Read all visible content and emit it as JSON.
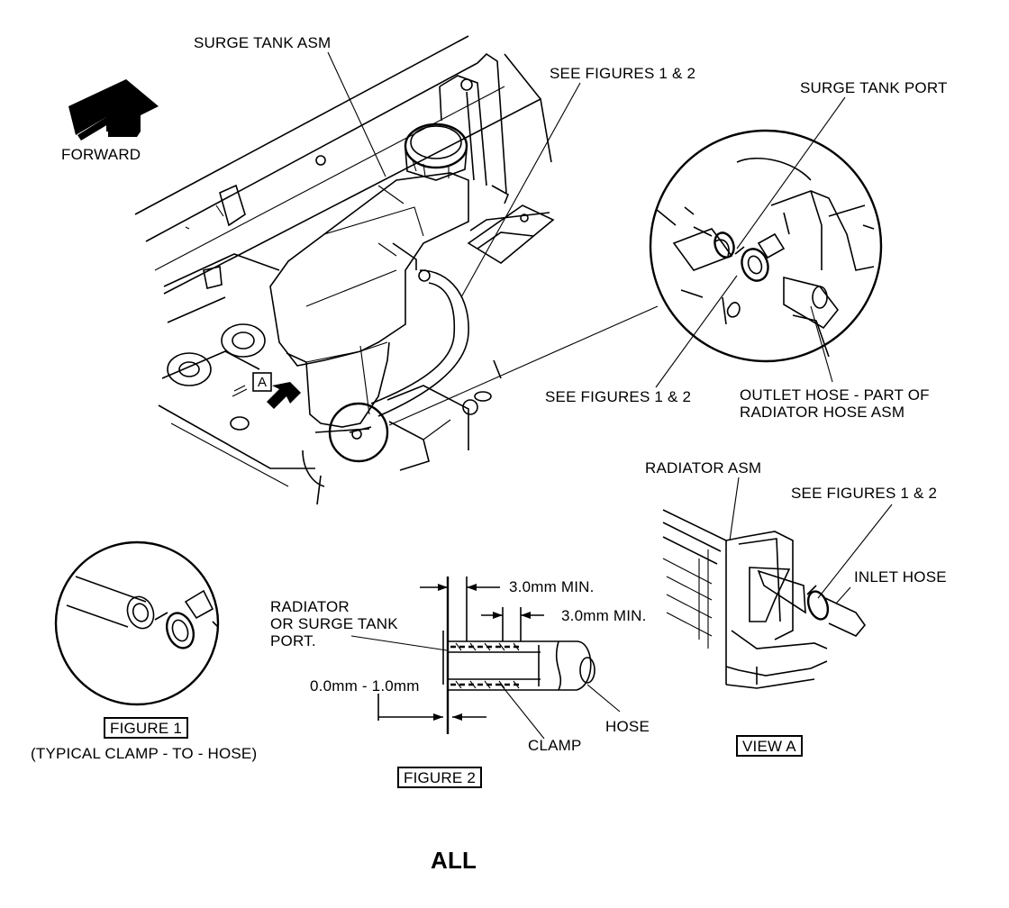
{
  "labels": {
    "surge_tank_asm": "SURGE TANK ASM",
    "forward": "FORWARD",
    "see_figures_top": "SEE FIGURES 1 & 2",
    "surge_tank_port": "SURGE TANK PORT",
    "see_figures_view": "SEE FIGURES 1 & 2",
    "outlet_hose_line1": "OUTLET HOSE  -  PART OF",
    "outlet_hose_line2": "RADIATOR HOSE ASM",
    "view_marker": "A",
    "radiator_asm": "RADIATOR ASM",
    "see_figures_radiator": "SEE FIGURES 1 & 2",
    "inlet_hose": "INLET HOSE",
    "view_a": "VIEW A",
    "figure1": "FIGURE 1",
    "figure1_caption": "(TYPICAL CLAMP - TO - HOSE)",
    "dim_clamp_min": "3.0mm MIN.",
    "dim_hose_min": "3.0mm MIN.",
    "port_line1": "RADIATOR",
    "port_line2": "OR SURGE TANK",
    "port_line3": "PORT.",
    "dim_gap": "0.0mm  - 1.0mm",
    "hose": "HOSE",
    "clamp": "CLAMP",
    "figure2": "FIGURE 2",
    "footer": "ALL"
  },
  "colors": {
    "ink": "#000000",
    "paper": "#ffffff"
  },
  "icons": [
    "forward-arrow-icon",
    "view-direction-arrow-icon"
  ]
}
